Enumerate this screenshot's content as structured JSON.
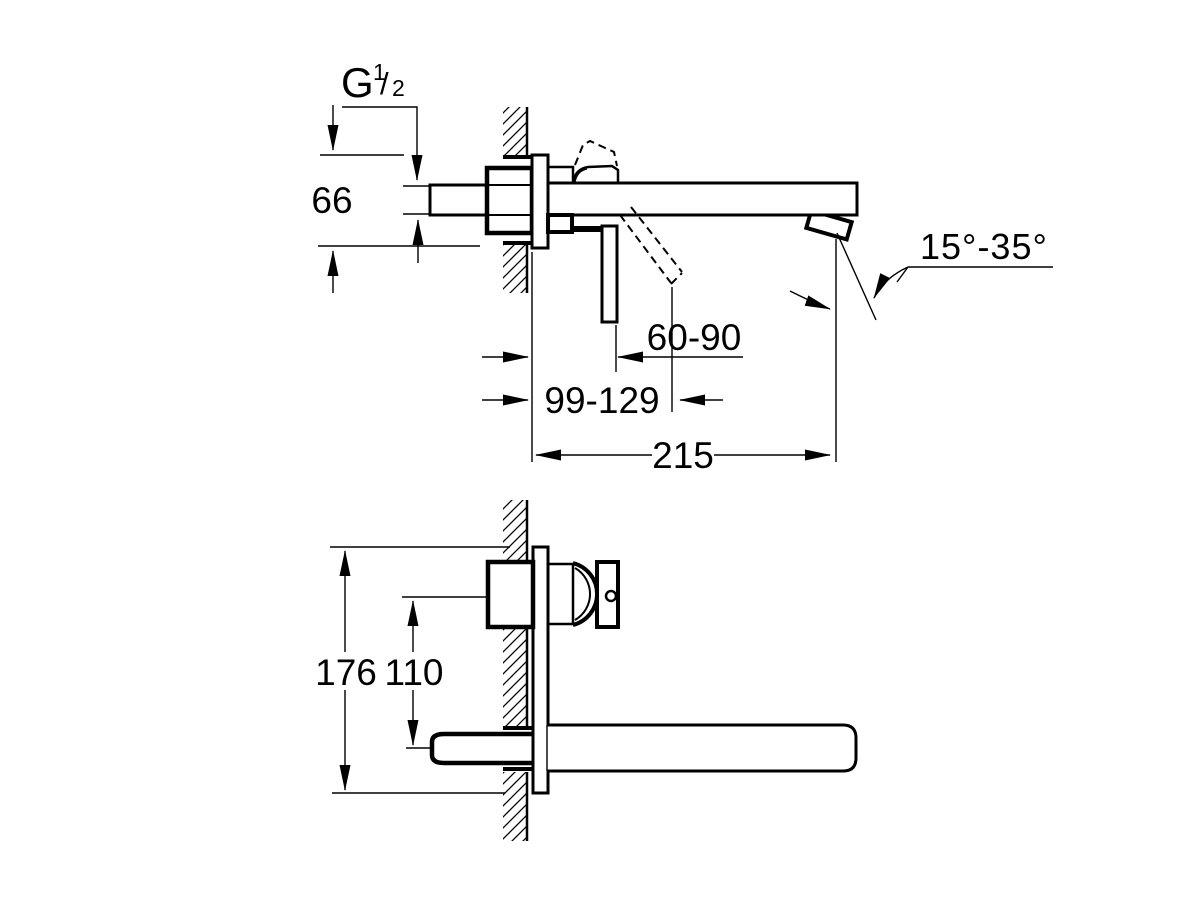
{
  "drawing": {
    "type": "technical-installation-diagram",
    "subject": "wall-mounted-basin-mixer",
    "colors": {
      "ink": "#000000",
      "paper": "#ffffff"
    },
    "side_view": {
      "thread_label": {
        "letter": "G",
        "numerator": "1",
        "fraction_slash": "/",
        "denominator": "2"
      },
      "dimensions": {
        "body_height": "66",
        "aerator_angle_range": "15°-35°",
        "lever_wall_distance_range": "60-90",
        "lever_open_distance_range": "99-129",
        "spout_projection": "215"
      }
    },
    "front_view": {
      "dimensions": {
        "total_height": "176",
        "handle_to_spout_offset": "110"
      }
    }
  }
}
